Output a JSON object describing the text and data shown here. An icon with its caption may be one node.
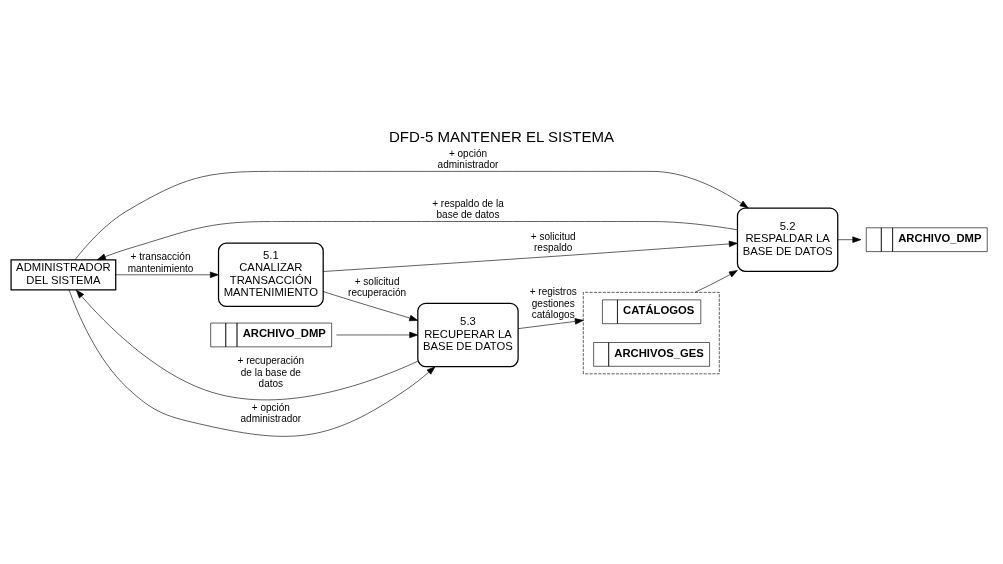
{
  "diagram": {
    "title": "DFD-5 MANTENER EL SISTEMA",
    "nodes": [
      {
        "text": [
          "ADMINISTRADOR DEL SISTEMA"
        ]
      },
      {
        "text": [
          "5.1",
          "CANALIZAR TRANSACCIÓN MANTENIMIENTO"
        ]
      },
      {
        "text": [
          "5.2",
          "RESPALDAR LA BASE DE DATOS"
        ]
      },
      {
        "text": [
          "5.3",
          "RECUPERAR LA BASE DE DATOS"
        ]
      },
      {
        "text": [],
        "shape": "box"
      },
      {
        "text": [
          "CATÁLOGOS"
        ],
        "in": 4
      },
      {
        "text": [
          "ARCHIVOS_GES"
        ],
        "in": 4
      },
      {
        "text": [
          "ARCHIVO_DMP"
        ]
      },
      {
        "text": [
          "ARCHIVO_DMP"
        ]
      }
    ],
    "edges": [
      {
        "from": 0,
        "to": 2,
        "arrow": "to",
        "label": "+ opción administrador"
      },
      {
        "from": 2,
        "to": 0,
        "arrow": "to",
        "label": "+ respaldo de la base de datos"
      },
      {
        "from": 1,
        "to": 2,
        "arrow": "to",
        "label": "+ solicitud respaldo"
      },
      {
        "from": 0,
        "to": 1,
        "arrow": "to",
        "label": "+ transacción mantenimiento"
      },
      {
        "from": 2,
        "to": 7,
        "arrow": "to"
      },
      {
        "from": 4,
        "to": 2,
        "arrow": "to"
      },
      {
        "from": 3,
        "to": 4,
        "arrow": "to",
        "label": "+ registros gestiones catálogos"
      },
      {
        "from": 1,
        "to": 3,
        "arrow": "to",
        "label": "+ solicitud recuperación"
      },
      {
        "from": 3,
        "to": 0,
        "arrow": "to",
        "label": "+ recuperación de la base de datos"
      },
      {
        "from": 0,
        "to": 3,
        "arrow": "to",
        "label": "+ opción administrador"
      },
      {
        "from": 8,
        "to": 3,
        "arrow": "to"
      }
    ]
  }
}
